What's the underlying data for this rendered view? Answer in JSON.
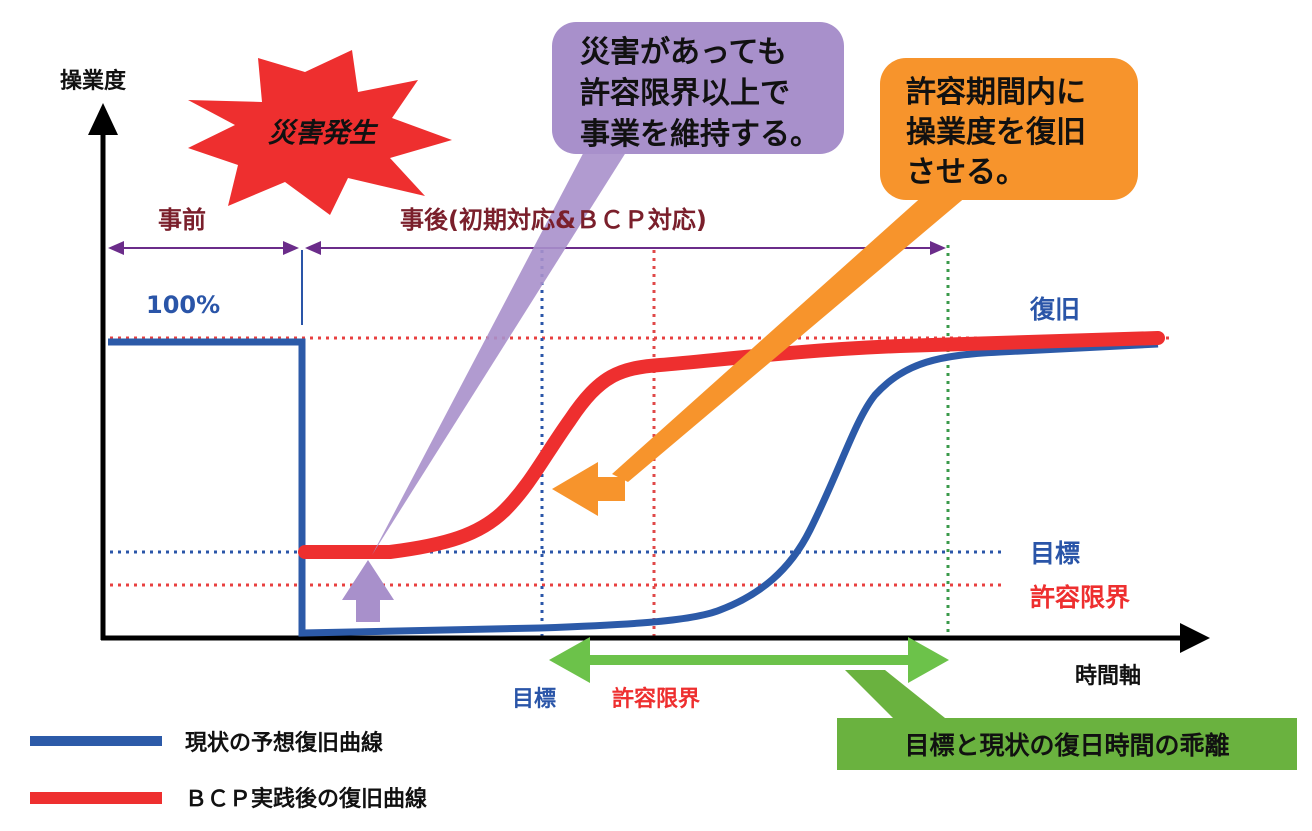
{
  "axis": {
    "y_label": "操業度",
    "x_label": "時間軸",
    "level_100": "100%"
  },
  "labels": {
    "disaster": "災害発生",
    "before": "事前",
    "after": "事後(初期対応&ＢＣＰ対応)",
    "recovery": "復旧",
    "target": "目標",
    "tolerance": "許容限界",
    "time_target": "目標",
    "time_tolerance": "許容限界"
  },
  "callouts": {
    "purple": [
      "災害があっても",
      "許容限界以上で",
      "事業を維持する。"
    ],
    "orange": [
      "許容期間内に",
      "操業度を復旧",
      "させる。"
    ],
    "gap": "目標と現状の復日時間の乖離"
  },
  "legend": {
    "current": "現状の予想復旧曲線",
    "bcp": "ＢＣＰ実践後の復旧曲線"
  },
  "colors": {
    "current_curve": "#2c5aa8",
    "bcp_curve": "#ee2f2f",
    "purple_callout": "#a890cb",
    "orange_callout": "#f7942c",
    "green_arrow": "#6cc24a",
    "gap_box": "#6ab23f",
    "burst": "#ee2f2f",
    "bracket": "#6b2c8a",
    "tolerance_vline": "#e04848",
    "recovery_vline": "#3a9a4a"
  }
}
